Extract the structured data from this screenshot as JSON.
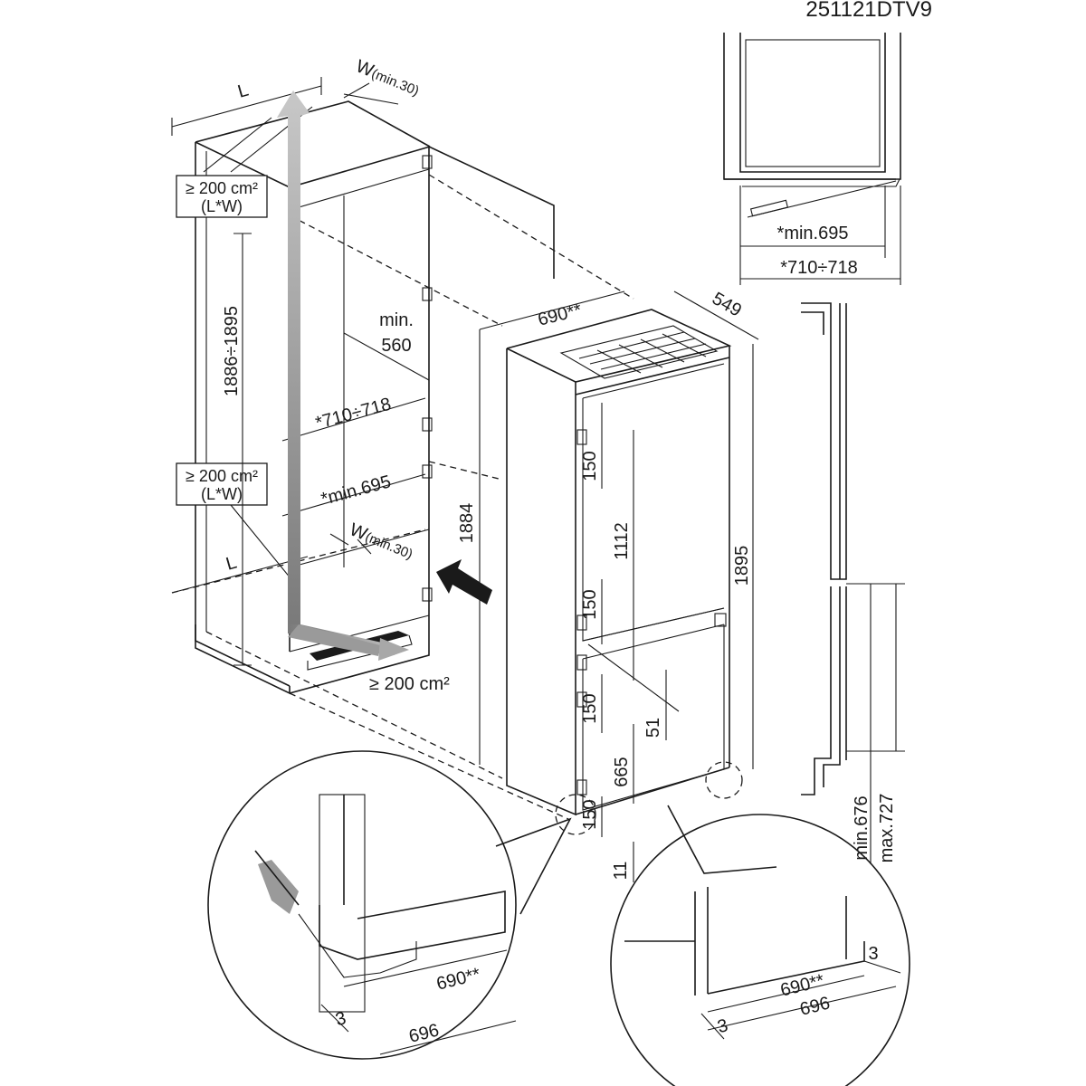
{
  "model_code": "251121DTV9",
  "niche": {
    "length_label_top": "L",
    "width_label_top": "W",
    "width_min_top": "(min.30)",
    "vent_top": [
      "≥ 200 cm²",
      "(L*W)"
    ],
    "height_range": "1886÷1895",
    "depth_min": [
      "min.",
      "560"
    ],
    "width_range": "*710÷718",
    "width_min": "*min.695",
    "vent_bottom": [
      "≥ 200 cm²",
      "(L*W)"
    ],
    "length_label_bottom": "L",
    "width_label_bottom": "W",
    "width_min_bottom": "(min.30)",
    "vent_plinth": "≥ 200 cm²"
  },
  "appliance": {
    "depth_top": "690**",
    "width_top": "549",
    "height_total": "1884",
    "height_right": "1895",
    "dim_150_a": "150",
    "dim_1112": "1112",
    "dim_150_b": "150",
    "dim_150_c": "150",
    "dim_51": "51",
    "dim_665": "665",
    "dim_150_d": "150",
    "dim_11": "11"
  },
  "top_view": {
    "width_min": "*min.695",
    "width_range": "*710÷718"
  },
  "side_profile": {
    "min_height": "min.676",
    "max_height": "max.727"
  },
  "detail_left": {
    "depth": "690**",
    "offset": "3",
    "total": "696"
  },
  "detail_right": {
    "offset_top": "3",
    "depth": "690**",
    "total": "696",
    "offset_bottom": "3"
  },
  "colors": {
    "line": "#1a1a1a",
    "airflow_arrow": "#8c8c8c",
    "airflow_arrow_light": "#bdbdbd",
    "insert_arrow": "#1a1a1a",
    "hinge_pad": "#9a9a9a"
  }
}
